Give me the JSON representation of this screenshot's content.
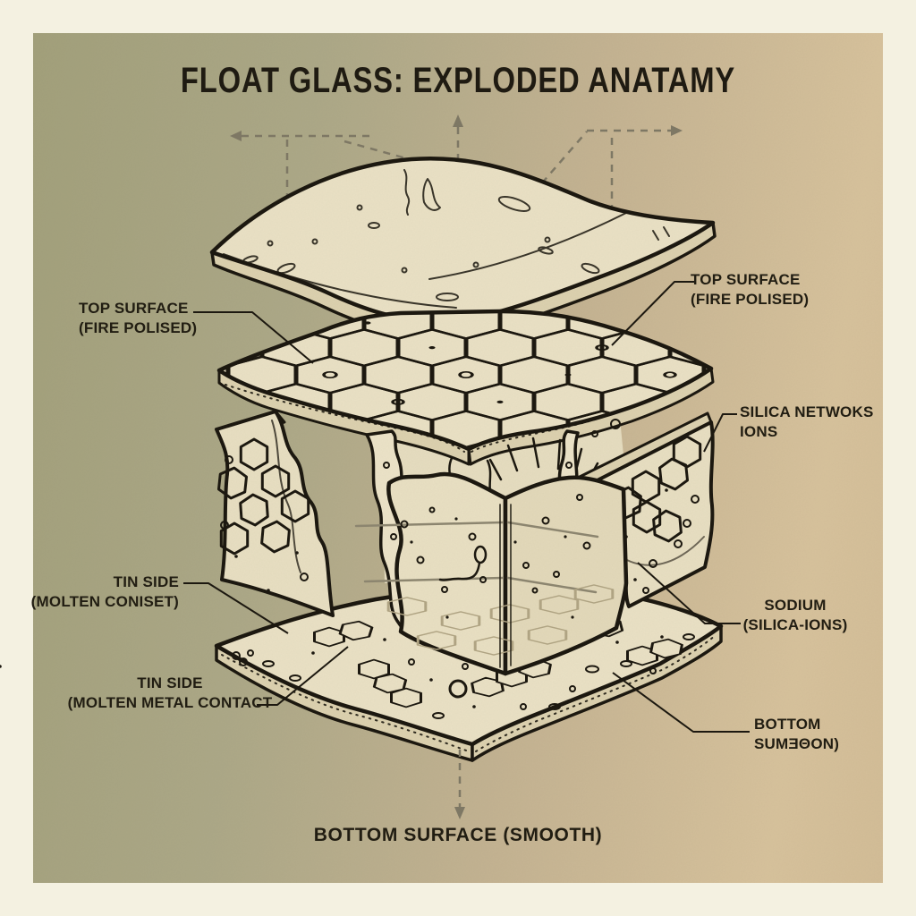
{
  "title": "FLOAT GLASS: EXPLODED ANATAMY",
  "caption_bottom": "BOTTOM SURFACE (SMOOTH)",
  "labels": {
    "top_surface_left": {
      "line1": "TOP SURFACE",
      "line2": "(FIRE POLISED)"
    },
    "top_surface_right": {
      "line1": "TOP SURFACE",
      "line2": "(FIRE POLISED)"
    },
    "silica_network": {
      "line1": "SILICA NETWOKS",
      "line2": "IONS"
    },
    "sodium": {
      "line1": "SODIUM",
      "line2": "(SILICA-IONS)"
    },
    "bottom_surface_right": {
      "line1": "BOTTOM",
      "line2": "SUMƎΘON)"
    },
    "tin_side_upper": {
      "line1": "TIN SIDE",
      "line2": "(MOLTEN CONISET)"
    },
    "tin_side_lower": {
      "line1": "TIN SIDE",
      "line2": "(MOLTEN METAL CONTACT"
    }
  },
  "icons": {
    "up": "arrow-up-icon",
    "down": "arrow-down-icon",
    "left": "arrow-left-icon",
    "right": "arrow-right-icon"
  },
  "colors": {
    "background_left": "#a2a07b",
    "background_right": "#d7c29c",
    "frame": "#f4f1e1",
    "ink": "#1a160e",
    "sheet_fill": "#eae1c5",
    "sheet_edge_fill": "#dcd1af",
    "guide_line": "#7e7865",
    "faint_detail": "#b1a584"
  }
}
